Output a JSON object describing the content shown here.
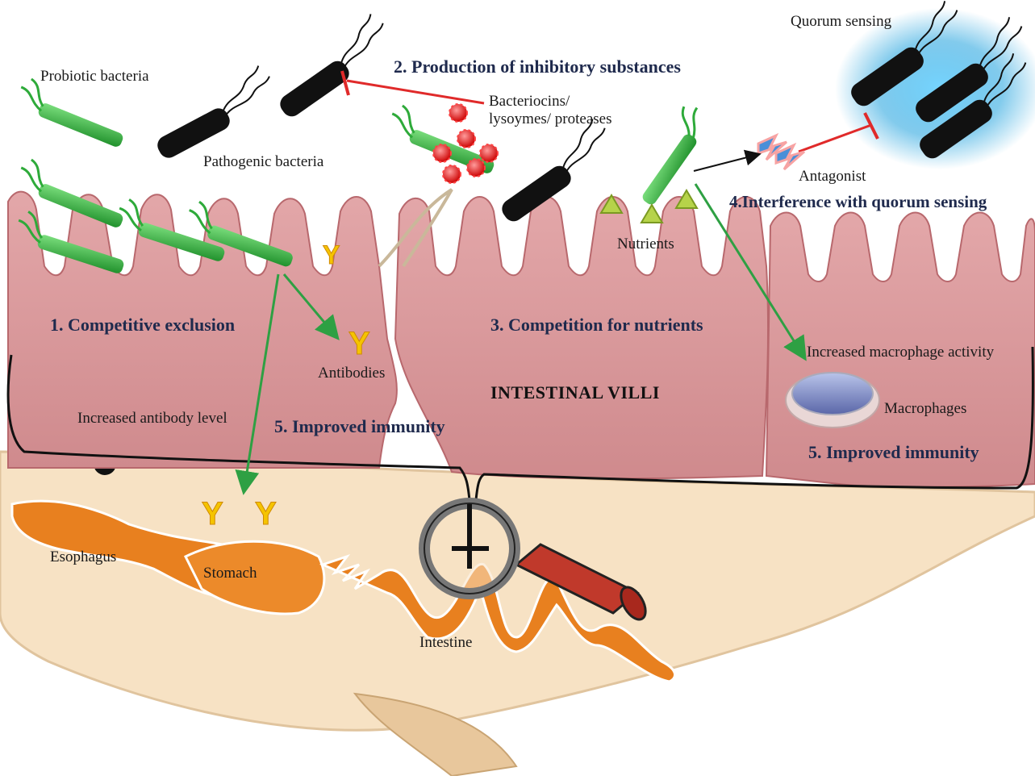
{
  "labels": {
    "probiotic_bacteria": "Probiotic bacteria",
    "pathogenic_bacteria": "Pathogenic bacteria",
    "inhibitory_title": "2. Production of inhibitory substances",
    "bacteriocins_line1": "Bacteriocins/",
    "bacteriocins_line2": "lysoymes/ proteases",
    "quorum_sensing": "Quorum sensing",
    "antagonist": "Antagonist",
    "interference_title": "4.Interference with quorum sensing",
    "nutrients": "Nutrients",
    "competitive_exclusion": "1. Competitive exclusion",
    "competition_nutrients": "3. Competition for nutrients",
    "antibodies": "Antibodies",
    "increased_macrophage": "Increased macrophage activity",
    "intestinal_villi": "INTESTINAL VILLI",
    "macrophages": "Macrophages",
    "increased_antibody": "Increased antibody level",
    "improved_immunity_center": "5. Improved immunity",
    "improved_immunity_right": "5. Improved immunity",
    "esophagus": "Esophagus",
    "stomach": "Stomach",
    "intestine": "Intestine",
    "antibody_glyph": "Y"
  },
  "colors": {
    "villi": "#d9979a",
    "villi_dark": "#b8686d",
    "fish_body": "#f7e2c4",
    "gut": "#e8801f",
    "probiotic": "#3fbf4a",
    "pathogen": "#111111",
    "inhibit_line": "#e02a2a",
    "arrow_green": "#2ea043",
    "antibody": "#f5c400",
    "nutrient": "#9ec23a",
    "heading": "#1f2a4d",
    "quorum_glow": "#3fb6e8",
    "magnifier_handle": "#c0392b"
  }
}
